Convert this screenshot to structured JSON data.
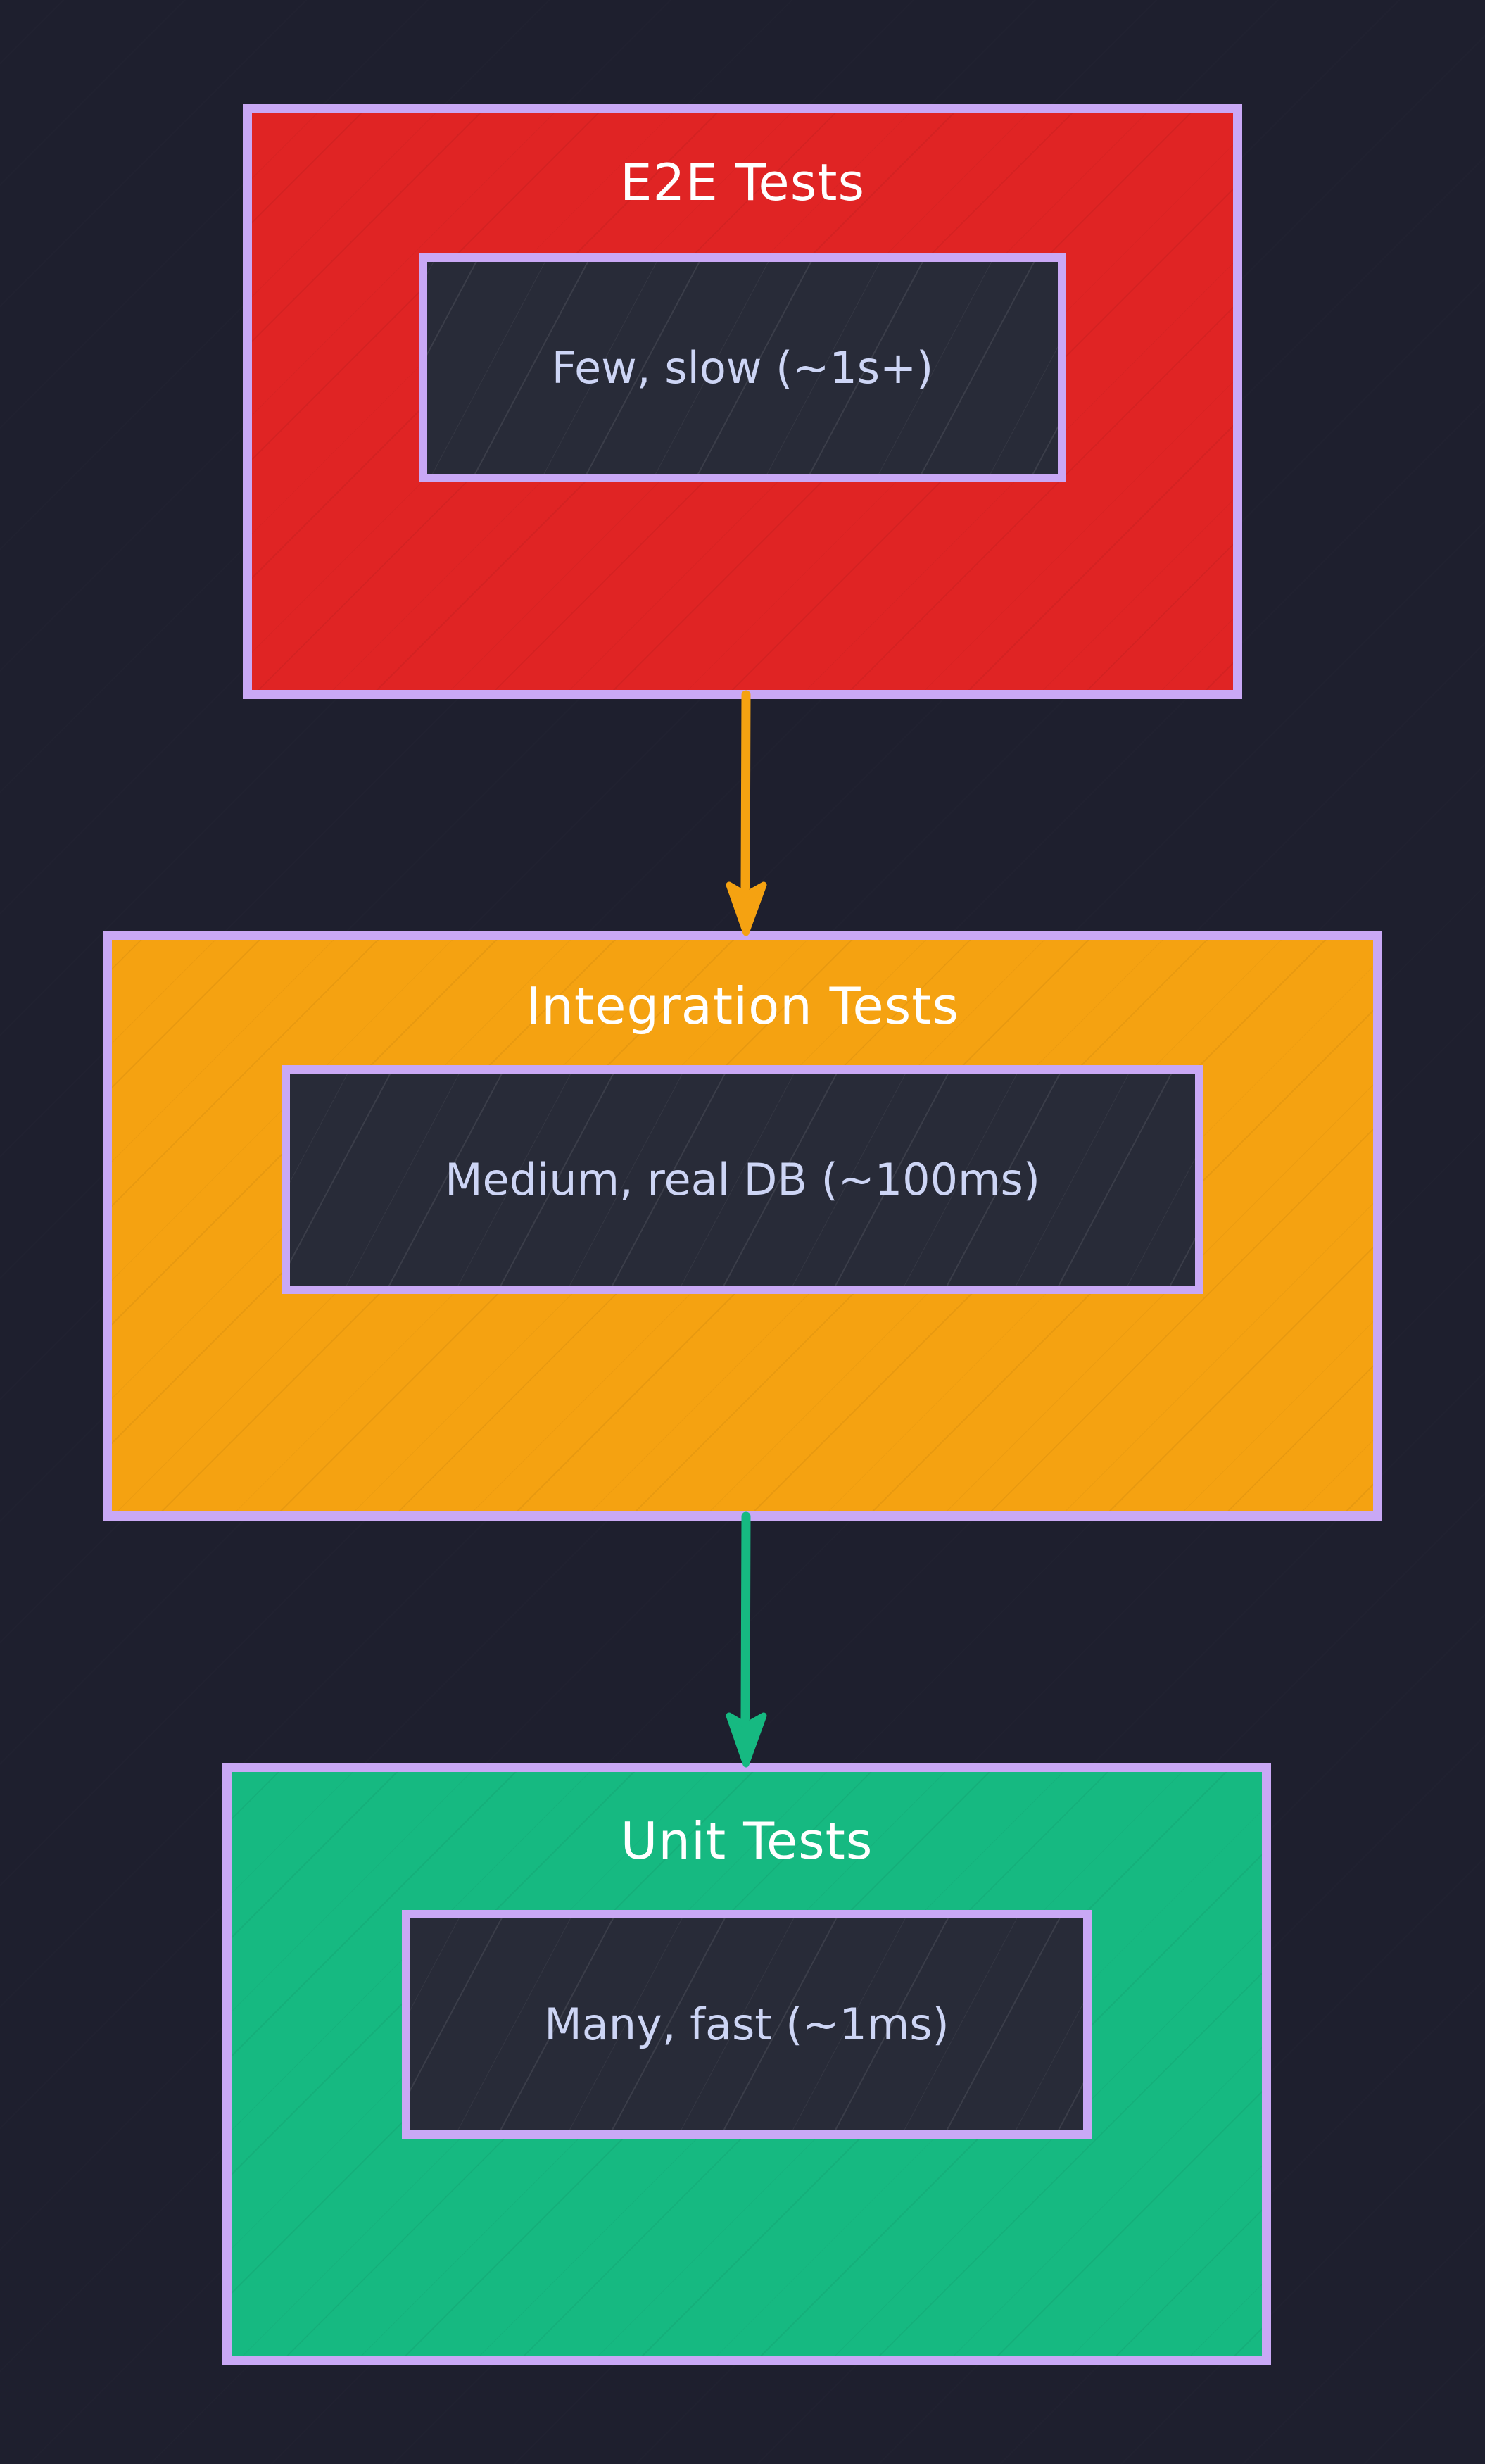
{
  "diagram": {
    "background_color": "#1E1F2E",
    "border_color": "#C9A8F5",
    "nodes": [
      {
        "id": "e2e",
        "title": "E2E Tests",
        "detail": "Few, slow (~1s+)",
        "fill_color": "#E02424",
        "title_color": "#FFFFFF",
        "detail_color": "#CDD5F5",
        "detail_fill": "#282B38"
      },
      {
        "id": "integration",
        "title": "Integration Tests",
        "detail": "Medium, real DB (~100ms)",
        "fill_color": "#F5A211",
        "title_color": "#FFFFFF",
        "detail_color": "#CDD5F5",
        "detail_fill": "#282B38"
      },
      {
        "id": "unit",
        "title": "Unit Tests",
        "detail": "Many, fast (~1ms)",
        "fill_color": "#16B981",
        "title_color": "#FFFFFF",
        "detail_color": "#CDD5F5",
        "detail_fill": "#282B38"
      }
    ],
    "edges": [
      {
        "id": "e2e-to-integration",
        "from": "e2e",
        "to": "integration",
        "color": "#F5A211",
        "label": ""
      },
      {
        "id": "integration-to-unit",
        "from": "integration",
        "to": "unit",
        "color": "#16B981",
        "label": ""
      }
    ]
  }
}
